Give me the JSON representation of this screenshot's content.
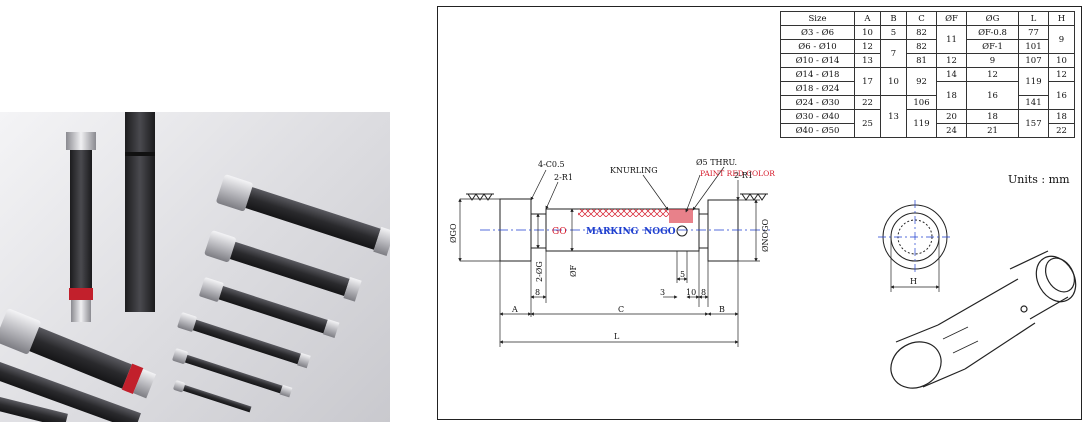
{
  "spec_table": {
    "headers": [
      "Size",
      "A",
      "B",
      "C",
      "ØF",
      "ØG",
      "L",
      "H"
    ],
    "rows": [
      {
        "size": "Ø3 - Ø6",
        "a": "10",
        "b": "5",
        "c": "82",
        "f": "11",
        "g": "ØF-0.8",
        "l": "77",
        "h": "9"
      },
      {
        "size": "Ø6 - Ø10",
        "a": "12",
        "b": "7",
        "c": "82",
        "f": "",
        "g": "ØF-1",
        "l": "101",
        "h": ""
      },
      {
        "size": "Ø10 - Ø14",
        "a": "13",
        "b": "",
        "c": "81",
        "f": "12",
        "g": "9",
        "l": "107",
        "h": "10"
      },
      {
        "size": "Ø14 - Ø18",
        "a": "17",
        "b": "10",
        "c": "92",
        "f": "14",
        "g": "12",
        "l": "119",
        "h": "12"
      },
      {
        "size": "Ø18 - Ø24",
        "a": "",
        "b": "",
        "c": "",
        "f": "18",
        "g": "16",
        "l": "",
        "h": "16"
      },
      {
        "size": "Ø24 - Ø30",
        "a": "22",
        "b": "13",
        "c": "106",
        "f": "",
        "g": "",
        "l": "141",
        "h": ""
      },
      {
        "size": "Ø30 - Ø40",
        "a": "25",
        "b": "",
        "c": "119",
        "f": "20",
        "g": "18",
        "l": "157",
        "h": "18"
      },
      {
        "size": "Ø40 - Ø50",
        "a": "",
        "b": "",
        "c": "",
        "f": "24",
        "g": "21",
        "l": "",
        "h": "22"
      }
    ]
  },
  "units_label": "Units : mm",
  "labels": {
    "chamfer": "4-C0.5",
    "radius_left": "2-R1",
    "radius_right": "2-R1",
    "knurling": "KNURLING",
    "paint": "PAINT RED COLOR",
    "thru": "Ø5 THRU.",
    "go": "GO",
    "marking": "MARKING",
    "nogo": "NOGO",
    "dia_go": "ØGO",
    "dia_nogo": "ØNOGO",
    "dia_g": "2-ØG",
    "dia_f": "ØF",
    "dim_a": "A",
    "dim_b": "B",
    "dim_c": "C",
    "dim_l": "L",
    "dim_h": "H",
    "dim_8_left": "8",
    "dim_3": "3",
    "dim_5": "5",
    "dim_10": "10",
    "dim_8_right": "8"
  },
  "colors": {
    "drawing_line": "#222222",
    "accent_red": "#d61a2a",
    "accent_blue": "#1f3fcf"
  }
}
